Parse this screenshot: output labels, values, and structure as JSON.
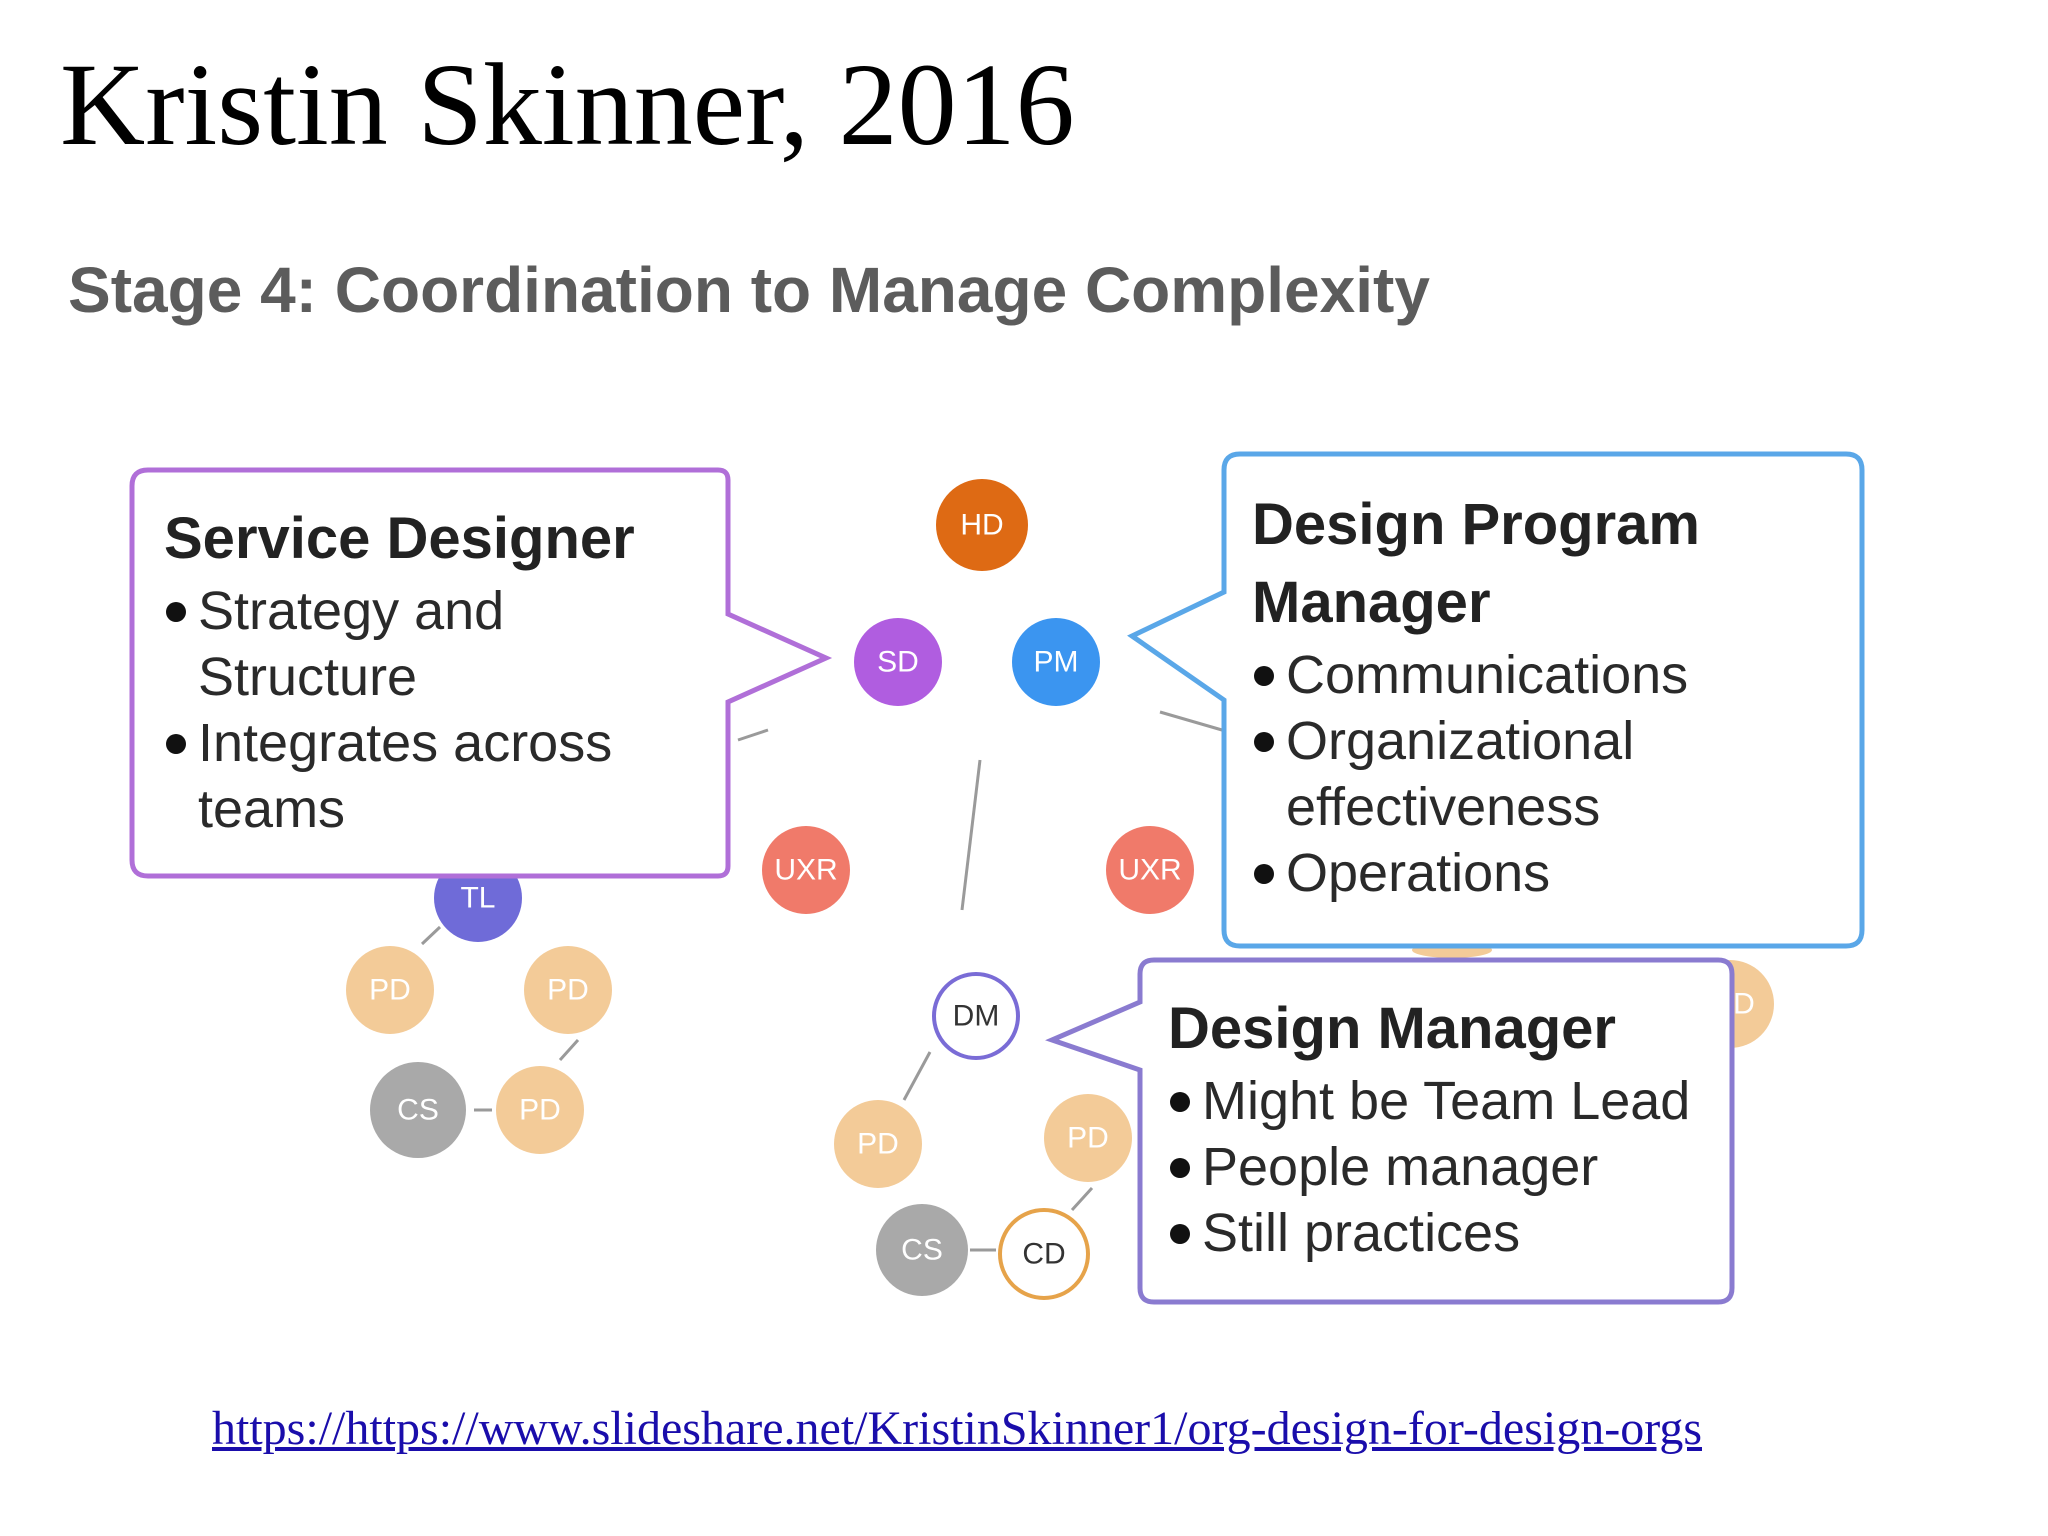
{
  "slide": {
    "title": "Kristin Skinner, 2016",
    "stage_title": "Stage 4: Coordination to Manage Complexity",
    "source_url": "https://https://www.slideshare.net/KristinSkinner1/org-design-for-design-orgs"
  },
  "nodes": [
    {
      "id": "hd",
      "label": "HD",
      "color": "#de6a14"
    },
    {
      "id": "sd",
      "label": "SD",
      "color": "#b05de0"
    },
    {
      "id": "pm",
      "label": "PM",
      "color": "#3b95f0"
    },
    {
      "id": "uxr-left",
      "label": "UXR",
      "color": "#f07a6a"
    },
    {
      "id": "uxr-right",
      "label": "UXR",
      "color": "#f07a6a"
    },
    {
      "id": "tl",
      "label": "TL",
      "color": "#6f6bd8"
    },
    {
      "id": "pd-1",
      "label": "PD",
      "color": "#f3cb98"
    },
    {
      "id": "pd-2",
      "label": "PD",
      "color": "#f3cb98"
    },
    {
      "id": "cs-left",
      "label": "CS",
      "color": "#a9a9a9"
    },
    {
      "id": "pd-3",
      "label": "PD",
      "color": "#f3cb98"
    },
    {
      "id": "dm",
      "label": "DM",
      "color": "#7a6cd6"
    },
    {
      "id": "pd-4",
      "label": "PD",
      "color": "#f3cb98"
    },
    {
      "id": "pd-5",
      "label": "PD",
      "color": "#f3cb98"
    },
    {
      "id": "cs-bottom",
      "label": "CS",
      "color": "#a9a9a9"
    },
    {
      "id": "cd",
      "label": "CD",
      "color": "#e6a34a"
    },
    {
      "id": "pd-partial",
      "label": "D",
      "color": "#f3cb98"
    }
  ],
  "callouts": {
    "service_designer": {
      "title": "Service Designer",
      "bullets": [
        "Strategy and Structure",
        "Integrates across teams"
      ],
      "border_color": "#b06fd8"
    },
    "design_program_manager": {
      "title": "Design Program Manager",
      "bullets": [
        "Communications",
        "Organizational effectiveness",
        "Operations"
      ],
      "border_color": "#5aa7e8"
    },
    "design_manager": {
      "title": "Design Manager",
      "bullets": [
        "Might be Team Lead",
        "People manager",
        "Still practices"
      ],
      "border_color": "#8a7bd0"
    }
  }
}
